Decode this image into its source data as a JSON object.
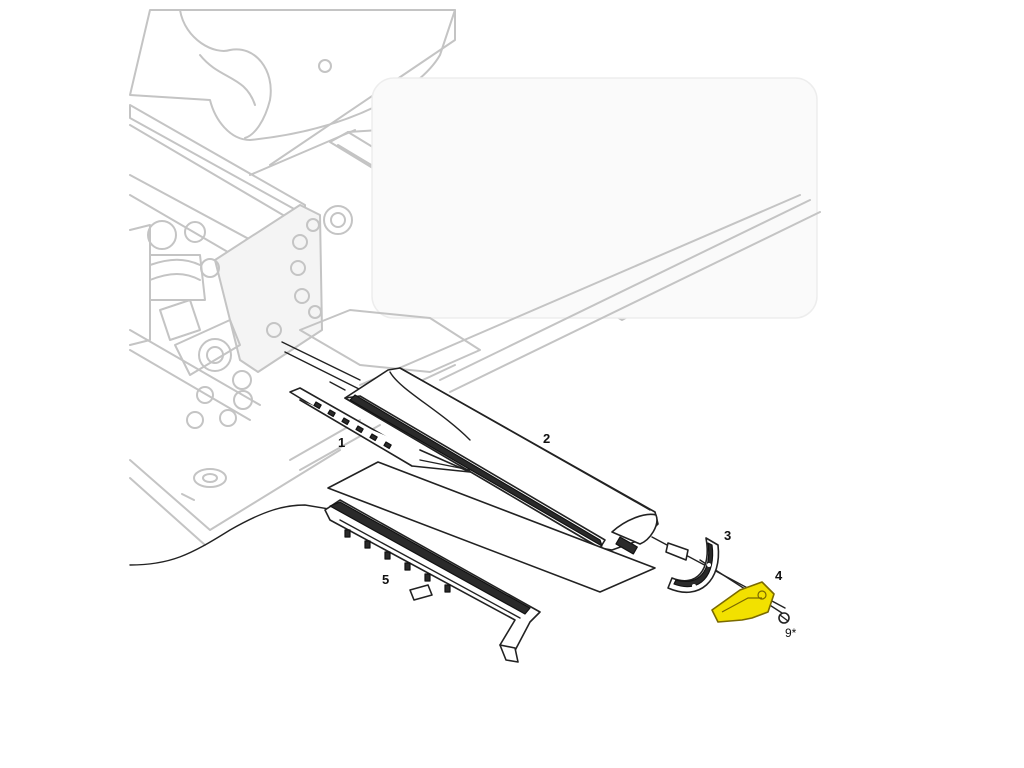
{
  "diagram": {
    "callouts": [
      {
        "id": "part-1",
        "label": "1"
      },
      {
        "id": "part-2",
        "label": "2"
      },
      {
        "id": "part-3",
        "label": "3"
      },
      {
        "id": "part-4",
        "label": "4"
      },
      {
        "id": "part-5",
        "label": "5"
      },
      {
        "id": "part-9",
        "label": "9*"
      }
    ],
    "highlight_color": "#f2e100",
    "ghost_color": "#c4c4c4",
    "line_color": "#222222"
  }
}
